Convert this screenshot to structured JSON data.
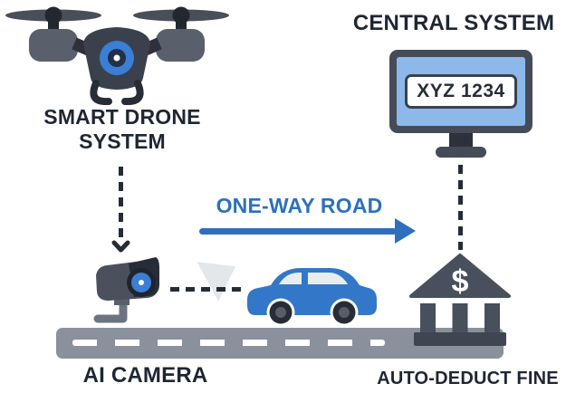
{
  "diagram": {
    "drone": {
      "label": "SMART DRONE\nSYSTEM"
    },
    "central_system": {
      "label": "CENTRAL SYSTEM",
      "monitor_plate": "XYZ 1234"
    },
    "road_flow": {
      "label": "ONE-WAY ROAD"
    },
    "camera": {
      "label": "AI CAMERA"
    },
    "bank": {
      "label": "AUTO-DEDUCT FINE",
      "dollar_sign": "$"
    }
  },
  "colors": {
    "accent_blue": "#2e6fbe",
    "car_blue": "#3377c8",
    "lens_blue": "#3a7ed6",
    "screen_blue": "#8db9ea",
    "dark_navy": "#1f2633",
    "slate_dark": "#47505c",
    "road_gray": "#8a919d",
    "beam_gray": "#e4e7ea",
    "plate_text": "#272d38"
  }
}
